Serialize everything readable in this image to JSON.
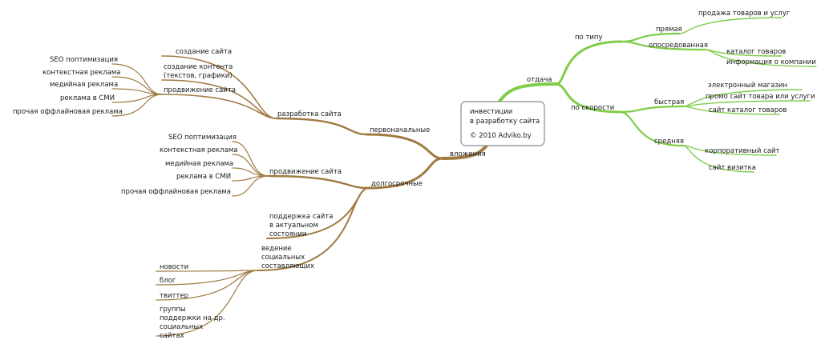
{
  "colors": {
    "brown": "#a07a43",
    "green": "#7fcc4a",
    "text": "#1a1a1a"
  },
  "root": {
    "line1": "инвестиции",
    "line2": "в разработку сайта",
    "copyright": "© 2010 Adviko.by"
  },
  "otdacha": {
    "label": "отдача",
    "po_tipu": {
      "label": "по типу",
      "pryamaya": {
        "label": "прямая",
        "item": "продажа товаров и услуг"
      },
      "oposredovannaya": {
        "label": "опосредованная",
        "items": [
          "каталог товаров",
          "информация о компании"
        ]
      }
    },
    "po_skorosti": {
      "label": "по скорости",
      "bystraya": {
        "label": "быстрая",
        "items": [
          "электронный магазин",
          "промо сайт товара или услуги",
          "сайт каталог товаров"
        ]
      },
      "srednyaya": {
        "label": "средняя",
        "items": [
          "корпоративный сайт",
          "сайт визитка"
        ]
      }
    }
  },
  "vlozheniya": {
    "label": "вложения",
    "pervonachalnye": {
      "label": "первоначальные",
      "razrabotka": {
        "label": "разработка сайта",
        "sozdanie_saita": "создание сайта",
        "sozdanie_kontenta": [
          "создание контента",
          "(текстов, графики)"
        ],
        "prodvizhenie": {
          "label": "продвижение сайта",
          "items": [
            "SEO поптимизация",
            "контекстная реклама",
            "медийная реклама",
            "реклама в СМИ",
            "прочая оффлайновая реклама"
          ]
        }
      }
    },
    "dolgosrochnye": {
      "label": "долгосрочные",
      "prodvizhenie": {
        "label": "продвижение сайта",
        "items": [
          "SEO поптимизация",
          "контекстная реклама",
          "медийная реклама",
          "реклама в СМИ",
          "прочая оффлайновая реклама"
        ]
      },
      "podderzhka": [
        "поддержка сайта",
        "в актуальном",
        "состоянии"
      ],
      "vedenie": {
        "label": [
          "ведение",
          "социальных",
          "составляющих"
        ],
        "items": [
          "новости",
          "блог",
          "твиттер"
        ],
        "gruppy": [
          "группы",
          "поддержки на др.",
          "социальных",
          "сайтах"
        ]
      }
    }
  }
}
